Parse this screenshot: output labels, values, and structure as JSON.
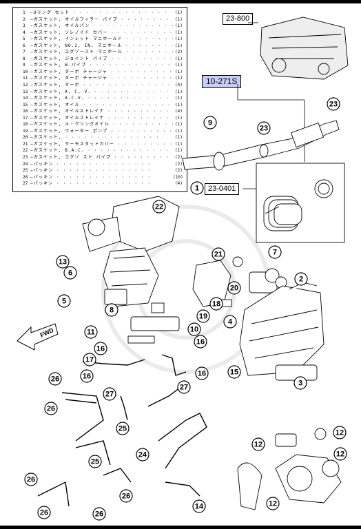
{
  "parts_list": [
    {
      "n": "1",
      "name": "Oリング セット",
      "qty": "(1)"
    },
    {
      "n": "2",
      "name": "ガスケット, オイルフィラー パイプ",
      "qty": "(1)"
    },
    {
      "n": "3",
      "name": "ガスケット, オイルパン",
      "qty": "(1)"
    },
    {
      "n": "4",
      "name": "ガスケット, ソレノイド カバー",
      "qty": "(1)"
    },
    {
      "n": "5",
      "name": "ガスケット, インレット マニホールド",
      "qty": "(1)"
    },
    {
      "n": "6",
      "name": "ガスケット, NO.2, IN. マニホール",
      "qty": "(1)"
    },
    {
      "n": "7",
      "name": "ガスケット, エグゾースト マニホール",
      "qty": "(2)"
    },
    {
      "n": "8",
      "name": "ガスケット, ジョイント パイプ",
      "qty": "(1)"
    },
    {
      "n": "9",
      "name": "ガスケット, W.パイプ",
      "qty": "(1)"
    },
    {
      "n": "10",
      "name": "ガスケット, ターボ チャージャ",
      "qty": "(1)"
    },
    {
      "n": "11",
      "name": "ガスケット, ターボ チャージャ",
      "qty": "(1)"
    },
    {
      "n": "12",
      "name": "ガスケット, ターボ",
      "qty": "(4)"
    },
    {
      "n": "13",
      "name": "ガスケット, A, C, V.",
      "qty": "(1)"
    },
    {
      "n": "14",
      "name": "ガスケット, A.C.V.",
      "qty": "(1)"
    },
    {
      "n": "15",
      "name": "ガスケット, オイル",
      "qty": "(1)"
    },
    {
      "n": "16",
      "name": "ガスケット, オイルストレイナ",
      "qty": "(4)"
    },
    {
      "n": "17",
      "name": "ガスケット, オイルストレイナ",
      "qty": "(1)"
    },
    {
      "n": "18",
      "name": "ガスケット, メ・クリングオイル",
      "qty": "(1)"
    },
    {
      "n": "19",
      "name": "ガスケット, ウォーター ポンプ",
      "qty": "(1)"
    },
    {
      "n": "20",
      "name": "ガスケット,",
      "qty": "(1)"
    },
    {
      "n": "21",
      "name": "ガスケット, サーモスタットカバー",
      "qty": "(1)"
    },
    {
      "n": "22",
      "name": "ガスケット, B.A.C.",
      "qty": "(1)"
    },
    {
      "n": "23",
      "name": "ガスケット, エグゾ スト パイプ",
      "qty": "(2)"
    },
    {
      "n": "24",
      "name": "パッキン",
      "qty": "(2)"
    },
    {
      "n": "25",
      "name": "パッキン",
      "qty": "(2)"
    },
    {
      "n": "26",
      "name": "パッキン",
      "qty": "(10)"
    },
    {
      "n": "27",
      "name": "パッキン",
      "qty": "(4)"
    }
  ],
  "refs": {
    "engine": "23-800",
    "kit": "10-271S",
    "exhaust": "23-0401"
  },
  "arrow_label": "FWD",
  "callouts": [
    "1",
    "2",
    "3",
    "4",
    "5",
    "6",
    "7",
    "8",
    "9",
    "10",
    "11",
    "12",
    "12",
    "12",
    "12",
    "13",
    "14",
    "15",
    "16",
    "16",
    "16",
    "16",
    "17",
    "18",
    "19",
    "20",
    "21",
    "22",
    "23",
    "23",
    "24",
    "25",
    "25",
    "26",
    "26",
    "26",
    "26",
    "26",
    "26",
    "27",
    "27"
  ],
  "colors": {
    "highlight": "#c8cdf5",
    "ink": "#000000"
  }
}
